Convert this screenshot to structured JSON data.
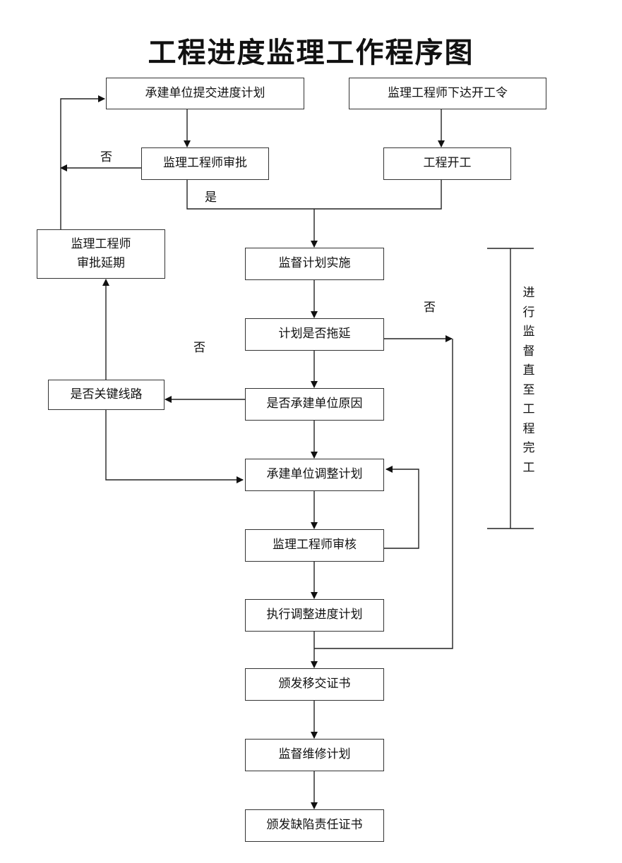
{
  "title": "工程进度监理工作程序图",
  "nodes": {
    "submit_plan": "承建单位提交进度计划",
    "issue_start_order": "监理工程师下达开工令",
    "engineer_approve": "监理工程师审批",
    "project_start": "工程开工",
    "approve_extension": [
      "监理工程师",
      "审批延期"
    ],
    "supervise_plan": "监督计划实施",
    "plan_delayed": "计划是否拖延",
    "is_critical_path": "是否关键线路",
    "contractor_cause": "是否承建单位原因",
    "contractor_adjust": "承建单位调整计划",
    "engineer_review": "监理工程师审核",
    "execute_adjusted": "执行调整进度计划",
    "issue_handover": "颁发移交证书",
    "supervise_maintenance": "监督维修计划",
    "issue_defect_cert": "颁发缺陷责任证书"
  },
  "labels": {
    "no_approve": "否",
    "yes_approve": "是",
    "no_delay": "否",
    "no_cause": "否"
  },
  "side_note": [
    "进",
    "行",
    "监",
    "督",
    "直",
    "至",
    "工",
    "程",
    "完",
    "工"
  ]
}
